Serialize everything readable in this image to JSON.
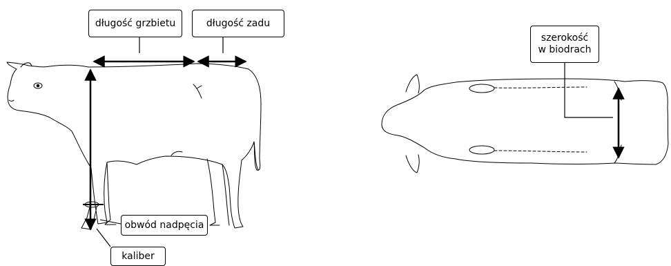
{
  "labels": {
    "back_length": "długość grzbietu",
    "rump_length": "długość  zadu",
    "hip_width_line1": "szerokość",
    "hip_width_line2": "w biodrach",
    "cannon_girth": "obwód nadpęcia",
    "caliper": "kaliber"
  }
}
